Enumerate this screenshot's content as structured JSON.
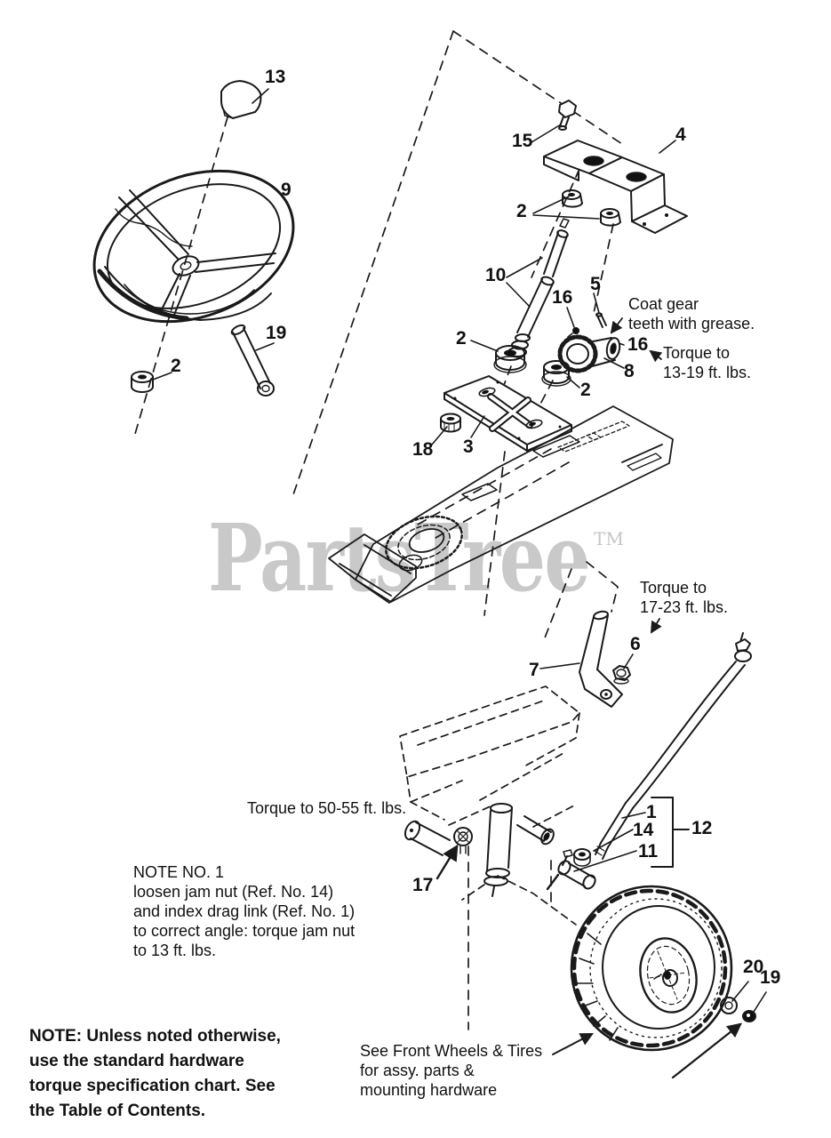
{
  "watermark": {
    "text": "PartsTree",
    "tm": "TM"
  },
  "colors": {
    "line": "#1a1a1a",
    "watermark": "#c9c9c9"
  },
  "callouts": {
    "n1": "1",
    "n2": "2",
    "n3": "3",
    "n4": "4",
    "n5": "5",
    "n6": "6",
    "n7": "7",
    "n8": "8",
    "n9": "9",
    "n10": "10",
    "n11": "11",
    "n12": "12",
    "n13": "13",
    "n14": "14",
    "n15": "15",
    "n16": "16",
    "n17": "17",
    "n18": "18",
    "n19": "19",
    "n20": "20"
  },
  "notes": {
    "coat_gear": [
      "Coat gear",
      "teeth with grease."
    ],
    "torque_13_19": [
      "Torque to",
      "13-19 ft. lbs."
    ],
    "torque_17_23": [
      "Torque to",
      "17-23 ft. lbs."
    ],
    "torque_50_55": "Torque to 50-55 ft. lbs.",
    "note_no_1": [
      "NOTE NO. 1",
      "loosen jam nut (Ref. No. 14)",
      "and index drag link (Ref. No. 1)",
      "to correct angle: torque jam nut",
      "to 13 ft. lbs."
    ],
    "see_front_wheels": [
      "See Front Wheels & Tires",
      "for assy. parts &",
      "mounting hardware"
    ],
    "hardware_note": [
      "NOTE: Unless noted otherwise,",
      "use the standard hardware",
      "torque specification chart. See",
      "the Table of Contents."
    ]
  }
}
